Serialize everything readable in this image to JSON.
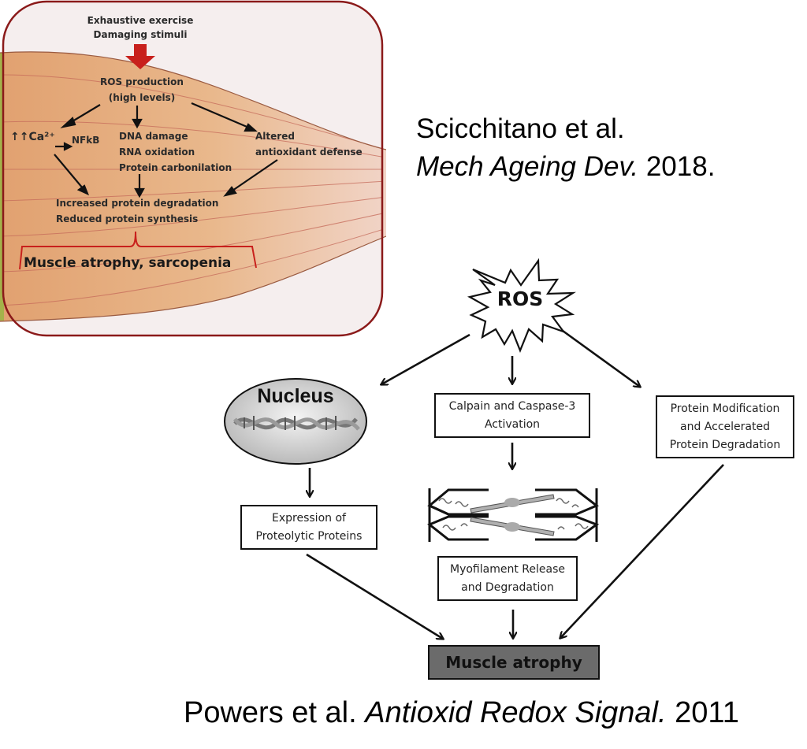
{
  "figure_left": {
    "trigger": [
      "Exhaustive exercise",
      "Damaging stimuli"
    ],
    "ros": [
      "ROS production",
      "(high levels)"
    ],
    "calcium": "↑↑Ca²⁺",
    "nfkb": "NFkB",
    "damage": [
      "DNA damage",
      "RNA oxidation",
      "Protein carbonilation"
    ],
    "antioxidant": [
      "Altered",
      "antioxidant defense"
    ],
    "outcome": [
      "Increased protein degradation",
      "Reduced protein synthesis"
    ],
    "final": "Muscle atrophy, sarcopenia",
    "colors": {
      "frame": "#8b1a1a",
      "muscle": "#e3a574",
      "arrow_red": "#c8201c",
      "bracket": "#c8201c"
    }
  },
  "citation_top": {
    "authors": "Scicchitano et al.",
    "journal": "Mech Ageing Dev.",
    "year": "2018."
  },
  "figure_right": {
    "ros": "ROS",
    "nucleus": "Nucleus",
    "calpain": [
      "Calpain and Caspase-3",
      "Activation"
    ],
    "protein_mod": [
      "Protein Modification",
      "and Accelerated",
      "Protein Degradation"
    ],
    "expression": [
      "Expression of",
      "Proteolytic Proteins"
    ],
    "myofilament": [
      "Myofilament Release",
      "and Degradation"
    ],
    "final": "Muscle atrophy",
    "colors": {
      "final_box": "#6b6b6b"
    }
  },
  "citation_bottom": {
    "authors": "Powers et al.",
    "journal": "Antioxid Redox Signal.",
    "year": "2011"
  }
}
